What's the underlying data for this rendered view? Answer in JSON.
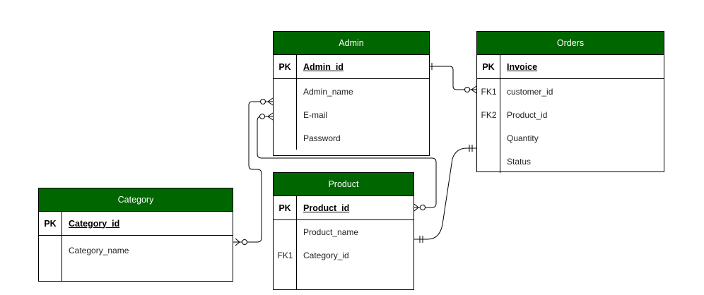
{
  "colors": {
    "header_bg": "#006600",
    "header_text": "#ffffff",
    "line": "#000000"
  },
  "entities": {
    "admin": {
      "title": "Admin",
      "pk": {
        "key": "PK",
        "name": "Admin_id"
      },
      "attrs": [
        {
          "key": "",
          "name": "Admin_name"
        },
        {
          "key": "",
          "name": "E-mail"
        },
        {
          "key": "",
          "name": "Password"
        }
      ]
    },
    "orders": {
      "title": "Orders",
      "pk": {
        "key": "PK",
        "name": "Invoice"
      },
      "attrs": [
        {
          "key": "FK1",
          "name": "customer_id"
        },
        {
          "key": "FK2",
          "name": "Product_id"
        },
        {
          "key": "",
          "name": "Quantity"
        },
        {
          "key": "",
          "name": "Status"
        }
      ]
    },
    "product": {
      "title": "Product",
      "pk": {
        "key": "PK",
        "name": "Product_id"
      },
      "attrs": [
        {
          "key": "",
          "name": "Product_name"
        },
        {
          "key": "FK1",
          "name": "Category_id"
        }
      ]
    },
    "category": {
      "title": "Category",
      "pk": {
        "key": "PK",
        "name": "Category_id"
      },
      "attrs": [
        {
          "key": "",
          "name": "Category_name"
        }
      ]
    }
  },
  "relationships": [
    {
      "from": "Admin",
      "to": "Orders",
      "from_end": "one",
      "to_end": "zero-or-many"
    },
    {
      "from": "Admin",
      "to": "Category",
      "from_end": "zero-or-many",
      "to_end": "zero-or-many"
    },
    {
      "from": "Admin",
      "to": "Product",
      "from_end": "zero-or-many",
      "to_end": "zero-or-many"
    },
    {
      "from": "Orders",
      "to": "Product",
      "from_end": "one-mandatory",
      "to_end": "one-mandatory"
    }
  ]
}
